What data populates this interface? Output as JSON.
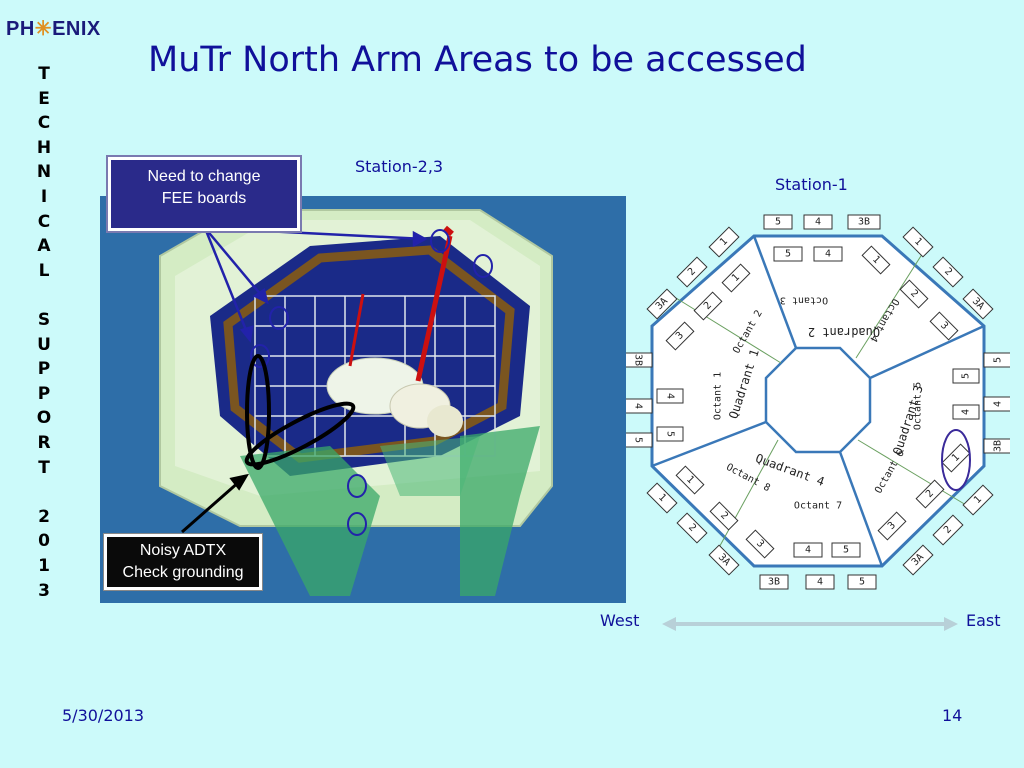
{
  "logo": {
    "left": "PH",
    "star": "✳",
    "right": "ENIX"
  },
  "side_banner": [
    "T",
    "E",
    "C",
    "H",
    "N",
    "I",
    "C",
    "A",
    "L",
    "",
    "S",
    "U",
    "P",
    "P",
    "O",
    "R",
    "T",
    "",
    "2",
    "0",
    "1",
    "3"
  ],
  "title": "MuTr North Arm Areas to be accessed",
  "labels": {
    "station23": "Station-2,3",
    "station1": "Station-1",
    "west": "West",
    "east": "East"
  },
  "callouts": {
    "fee_line1": "Need to change",
    "fee_line2": "FEE boards",
    "adtx_line1": "Noisy ADTX",
    "adtx_line2": "Check grounding"
  },
  "diagram": {
    "quadrants": [
      "Quadrant 1",
      "Quadrant 2",
      "Quadrant 3",
      "Quadrant 4"
    ],
    "octants": [
      "Octant 1",
      "Octant 2",
      "Octant 3",
      "Octant 4",
      "Octant 5",
      "Octant 6",
      "Octant 7",
      "Octant 8"
    ],
    "box_top": [
      "5",
      "4",
      "3B"
    ],
    "box_inner_top": [
      "5",
      "4"
    ],
    "box_left": [
      "3B",
      "4",
      "5"
    ],
    "box_inner_left": [
      "4",
      "5"
    ],
    "box_right": [
      "5",
      "4",
      "3B"
    ],
    "box_inner_right": [
      "5",
      "4"
    ],
    "box_bottom": [
      "3B",
      "4",
      "5"
    ],
    "box_inner_bottom": [
      "4",
      "5"
    ],
    "diag_boxes": [
      "1",
      "2",
      "3A",
      "1",
      "2",
      "3A",
      "1",
      "2",
      "3A",
      "1",
      "2",
      "3A"
    ],
    "inner_diag": [
      "1",
      "2",
      "3",
      "1",
      "2",
      "3",
      "1",
      "2",
      "3",
      "1",
      "2",
      "3"
    ]
  },
  "footer": {
    "date": "5/30/2013",
    "page": "14"
  },
  "colors": {
    "background": "#ccfafa",
    "title": "#10109a",
    "callout_fee": "#2a2a8a",
    "callout_adtx": "#0a0a0a",
    "diagram_line": "#3a78b8"
  }
}
